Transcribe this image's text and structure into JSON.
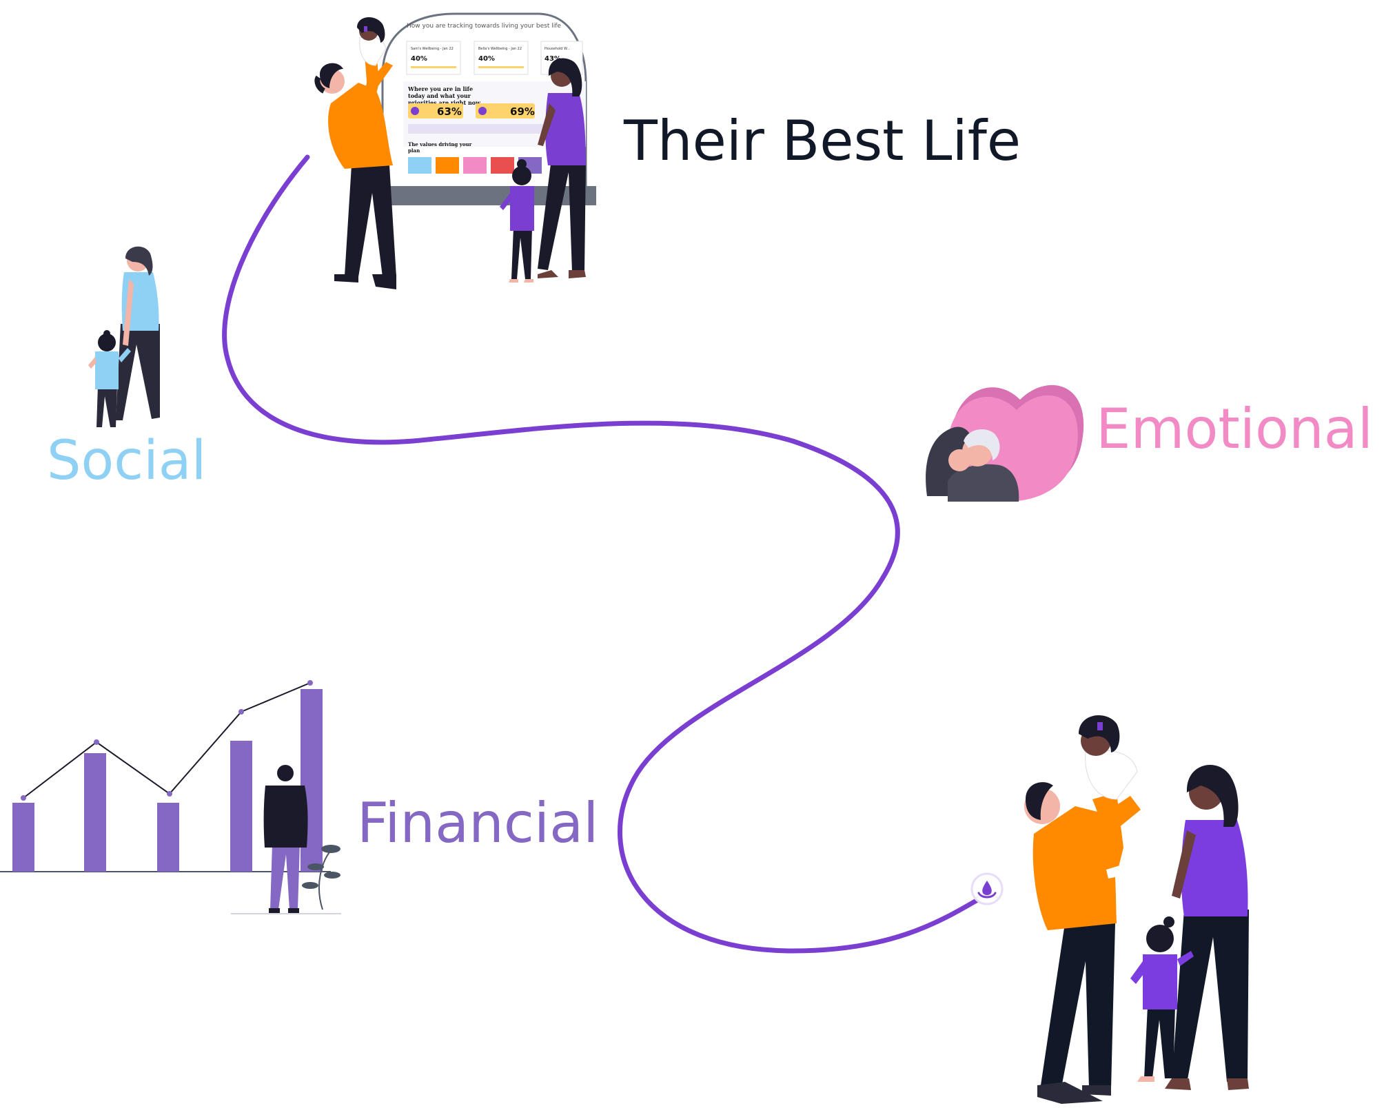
{
  "labels": {
    "best_life": "Their Best Life",
    "emotional": "Emotional",
    "social": "Social",
    "financial": "Financial"
  },
  "colors": {
    "path": "#7a3fd1",
    "emotional": "#f28bc5",
    "social": "#8fd0f5",
    "financial": "#8468c4",
    "heading": "#111827",
    "orange": "#ff8a00",
    "purple": "#7b3ce0",
    "dark": "#1a1a2a",
    "skin_dark": "#6b3f3a",
    "skin_light": "#f2b5a7"
  },
  "dashboard": {
    "caption": "How you are tracking towards living your best life",
    "cards": [
      {
        "title": "Sam's Wellbeing - Jan 22",
        "value": "40%"
      },
      {
        "title": "Bella's Wellbeing - Jan 22",
        "value": "40%"
      },
      {
        "title": "Household W...",
        "value": "43%"
      }
    ],
    "section_title": "Where you are in life today and what your priorities are right now",
    "scores": [
      {
        "value": "63%"
      },
      {
        "value": "69%"
      }
    ],
    "values_title": "The values driving your plan",
    "value_colors": [
      "#8fd0f5",
      "#ff8a00",
      "#f28bc5",
      "#e85050",
      "#8468c4"
    ]
  },
  "icons": {
    "endpoint": "droplet-icon"
  }
}
